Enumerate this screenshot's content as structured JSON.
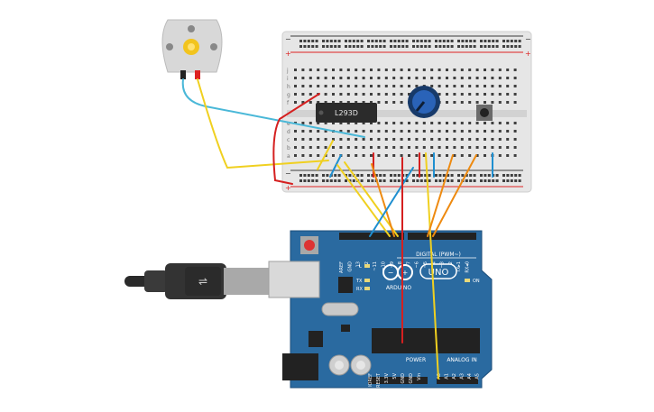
{
  "ic": {
    "label": "L293D"
  },
  "arduino": {
    "brand_logo": "ARDUINO",
    "model": "UNO",
    "digital_label": "DIGITAL (PWM~)",
    "analog_label": "ANALOG IN",
    "power_label": "POWER",
    "led_l": "L",
    "led_tx": "TX",
    "led_rx": "RX",
    "led_on": "ON",
    "digital_pins": [
      "AREF",
      "GND",
      "13",
      "12",
      "~11",
      "~10",
      "~9",
      "8",
      "7",
      "~6",
      "~5",
      "4",
      "~3",
      "2",
      "TX▸1",
      "RX◂0"
    ],
    "power_pins": [
      "IOREF",
      "RESET",
      "3.3V",
      "5V",
      "GND",
      "GND",
      "Vin"
    ],
    "analog_pins": [
      "A0",
      "A1",
      "A2",
      "A3",
      "A4",
      "A5"
    ]
  },
  "breadboard": {
    "rail_minus": "−",
    "rail_plus": "+",
    "row_letters_top": [
      "j",
      "i",
      "h",
      "g",
      "f"
    ],
    "row_letters_bottom": [
      "e",
      "d",
      "c",
      "b",
      "a"
    ]
  },
  "colors": {
    "board": "#2a6aa0",
    "wire_red": "#d52020",
    "wire_yellow": "#f0d020",
    "wire_cyan": "#4ab8d8",
    "wire_blue": "#1f8fd0",
    "wire_orange": "#ee8a10",
    "motor_body": "#d8d8d8"
  }
}
